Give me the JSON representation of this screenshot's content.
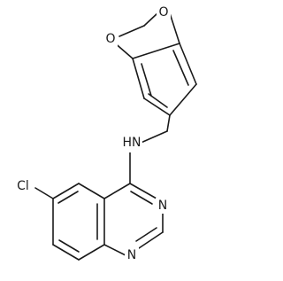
{
  "molecule": {
    "atoms": {
      "o_top": "O",
      "o_left": "O",
      "nh": "HN",
      "cl": "Cl",
      "n_ring_1": "N",
      "n_ring_2": "N"
    }
  },
  "colors": {
    "bond": "#1a1a1a",
    "background": "#ffffff"
  }
}
